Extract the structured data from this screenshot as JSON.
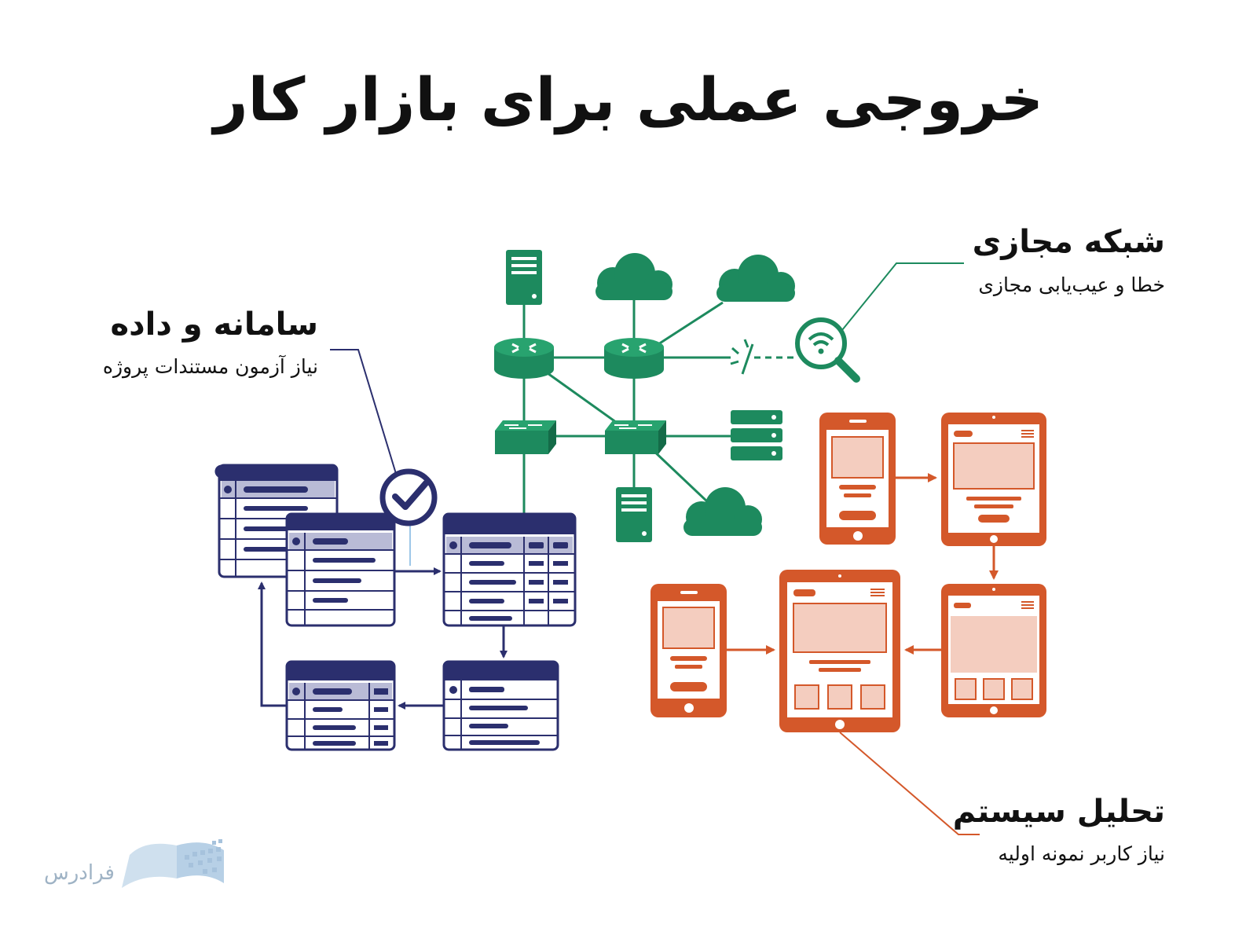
{
  "title": "خروجی عملی برای بازار کار",
  "sections": {
    "network": {
      "title": "شبکه مجازی",
      "subtitle": "خطا و عیب‌یابی مجازی",
      "color": "#1d8a5e",
      "icons": [
        "server-icon",
        "cloud-icon",
        "router-icon",
        "switch-icon",
        "server-rack-icon",
        "broken-link-icon",
        "wifi-magnifier-icon"
      ]
    },
    "database": {
      "title": "سامانه و داده",
      "subtitle": "نیاز آزمون مستندات پروژه",
      "color": "#2b2f6e",
      "icons": [
        "database-table-icon",
        "checkmark-badge-icon",
        "arrow-icon"
      ]
    },
    "system": {
      "title": "تحلیل سیستم",
      "subtitle": "نیاز کاربر نمونه اولیه",
      "color": "#d4582a",
      "icons": [
        "phone-mockup-icon",
        "tablet-mockup-icon",
        "arrow-icon"
      ]
    }
  },
  "brand": {
    "name": "فرادرس",
    "icon": "open-book-logo-icon",
    "color": "#9fb3c5"
  }
}
